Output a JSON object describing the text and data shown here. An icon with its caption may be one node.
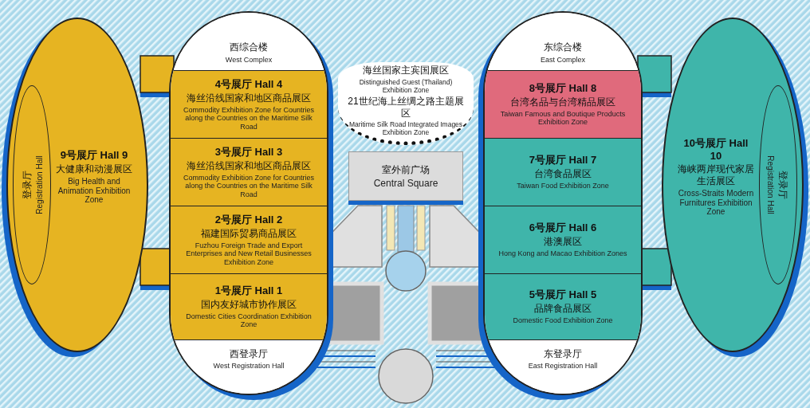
{
  "diagram": {
    "nodes": [
      {
        "text": [
          "西综合楼",
          "West Complex"
        ]
      },
      {
        "text": [
          "4号展厅 Hall 4",
          "海丝沿线国家和地区商品展区",
          "Commodity Exhibition Zone for Countries along the Countries on the Maritime Silk Road"
        ]
      },
      {
        "text": [
          "3号展厅 Hall 3",
          "海丝沿线国家和地区商品展区",
          "Commodity Exhibition Zone for Countries along the Countries on the Maritime Silk Road"
        ]
      },
      {
        "text": [
          "2号展厅 Hall 2",
          "福建国际贸易商品展区",
          "Fuzhou Foreign Trade and Export Enterprises and New Retail Businesses Exhibition Zone"
        ]
      },
      {
        "text": [
          "1号展厅 Hall 1",
          "国内友好城市协作展区",
          "Domestic Cities Coordination Exhibition Zone"
        ]
      },
      {
        "text": [
          "西登录厅",
          "West Registration Hall"
        ]
      },
      {
        "text": [
          "9号展厅 Hall 9",
          "大健康和动漫展区",
          "Big Health and Animation Exhibition Zone"
        ]
      },
      {
        "text": [
          "登录厅",
          "Registration Hall"
        ],
        "in": 6
      },
      {
        "text": [
          "海丝国家主宾国展区",
          "Distinguished Guest (Thailand) Exhibition Zone",
          "21世纪海上丝绸之路主题展区",
          "Maritime Silk Road Integrated Images Exhibition Zone"
        ]
      },
      {
        "text": [
          "室外前广场",
          "Central Square"
        ]
      },
      {
        "text": [
          "东综合楼",
          "East Complex"
        ]
      },
      {
        "text": [
          "8号展厅 Hall 8",
          "台湾名品与台湾精品展区",
          "Taiwan Famous and Boutique Products Exhibition Zone"
        ]
      },
      {
        "text": [
          "7号展厅 Hall 7",
          "台湾食品展区",
          "Taiwan Food Exhibition Zone"
        ]
      },
      {
        "text": [
          "6号展厅 Hall 6",
          "港澳展区",
          "Hong Kong and Macao Exhibition Zones"
        ]
      },
      {
        "text": [
          "5号展厅 Hall 5",
          "品牌食品展区",
          "Domestic Food Exhibition Zone"
        ]
      },
      {
        "text": [
          "东登录厅",
          "East Registration Hall"
        ]
      },
      {
        "text": [
          "10号展厅 Hall 10",
          "海峡两岸现代家居生活展区",
          "Cross-Straits Modern Furnitures Exhibition Zone"
        ]
      },
      {
        "text": [
          "登录厅",
          "Registration Hall"
        ],
        "in": 16
      }
    ]
  }
}
